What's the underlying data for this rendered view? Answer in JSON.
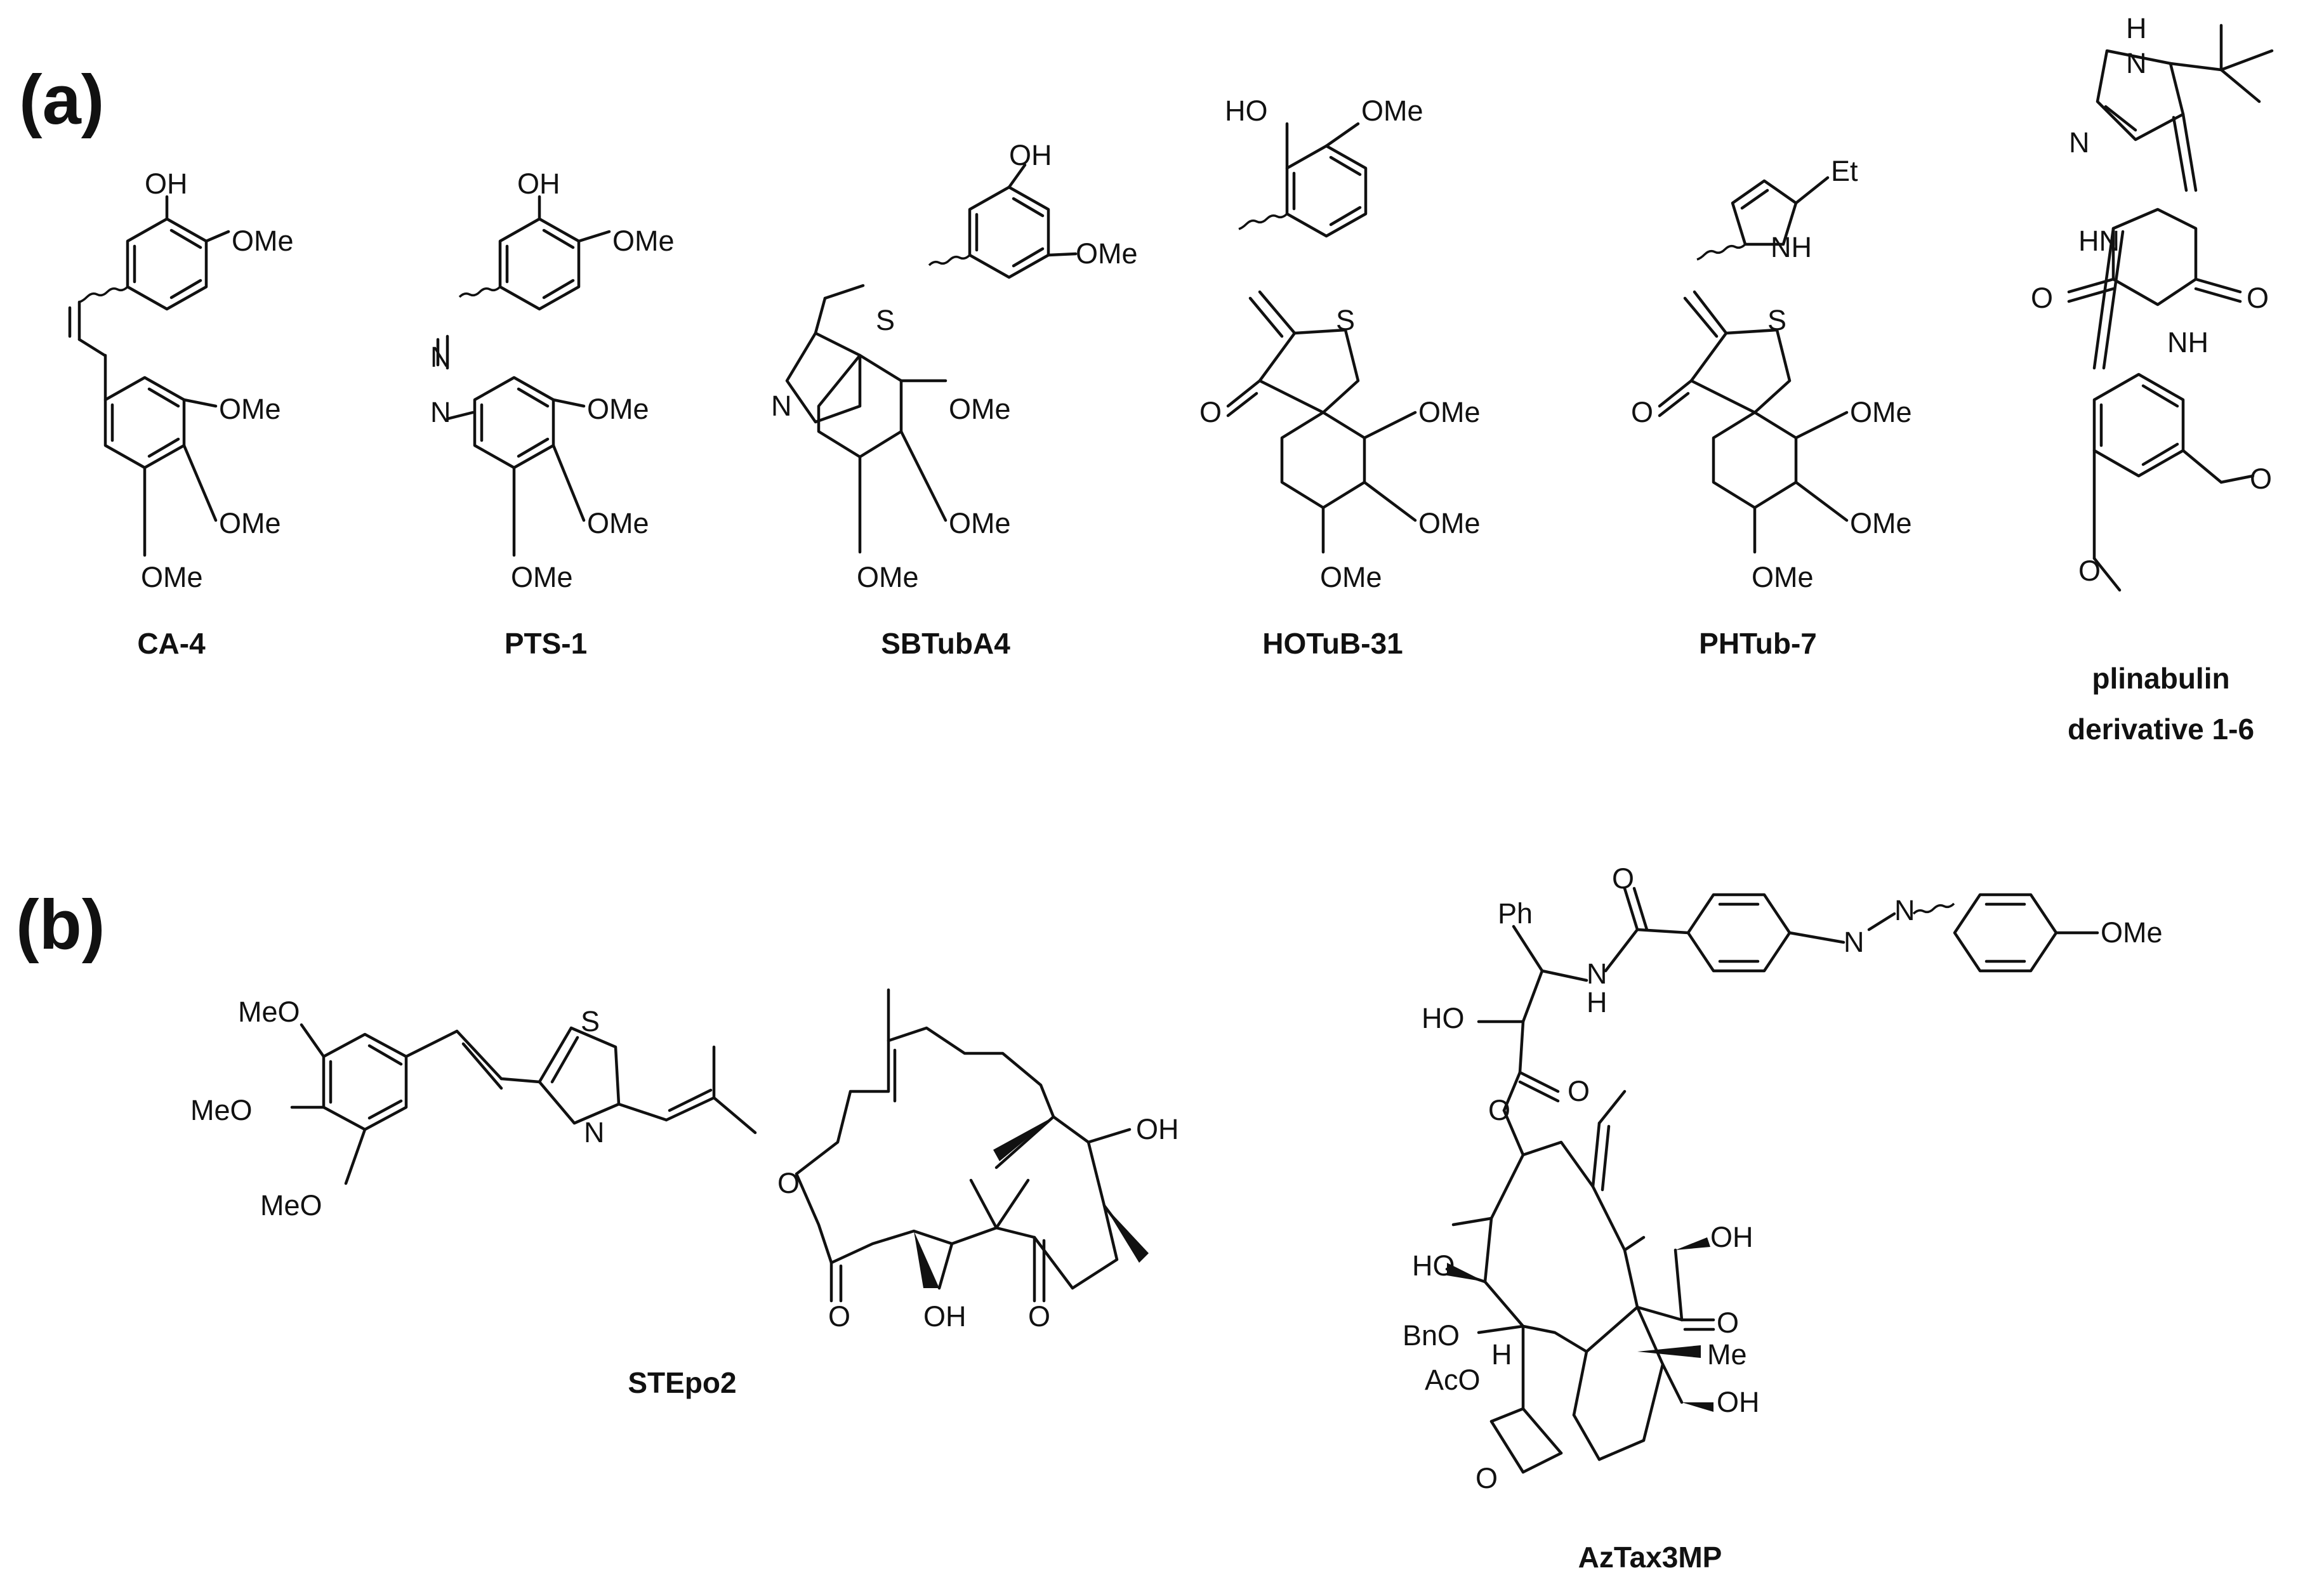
{
  "panels": {
    "a": "(a)",
    "b": "(b)"
  },
  "compounds": {
    "ca4": "CA-4",
    "pts1": "PTS-1",
    "sbtuba4": "SBTubA4",
    "hotub31": "HOTuB-31",
    "phtub7": "PHTub-7",
    "plinabulin_1": "plinabulin",
    "plinabulin_2": "derivative 1-6",
    "stepo2": "STEpo2",
    "aztax3mp": "AzTax3MP"
  },
  "atoms": {
    "oh": "OH",
    "ho": "HO",
    "ome": "OMe",
    "meo": "MeO",
    "n": "N",
    "s": "S",
    "o": "O",
    "nh": "NH",
    "hn": "HN",
    "h": "H",
    "et": "Et",
    "ph": "Ph",
    "me": "Me",
    "bno": "BnO",
    "aco": "AcO"
  }
}
